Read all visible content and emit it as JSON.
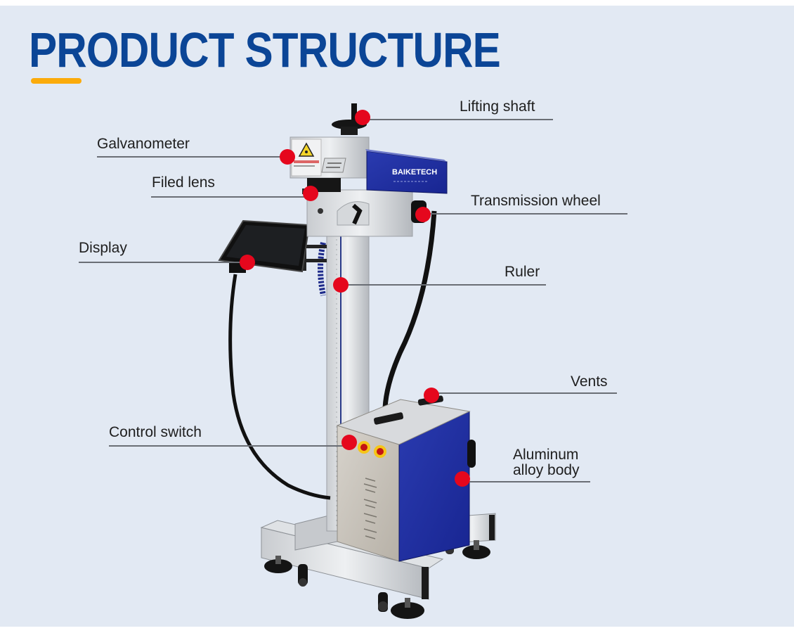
{
  "header": {
    "title": "PRODUCT STRUCTURE"
  },
  "colors": {
    "background": "#e2e9f3",
    "title": "#0b4596",
    "accent_bar": "#fbab0b",
    "callout_dot": "#e5071d",
    "leader_line": "#6a6e75",
    "machine_blue_panel": "#1e2d9a"
  },
  "machine": {
    "brand": "BAIKETECH"
  },
  "callouts": [
    {
      "id": "lifting-shaft",
      "label": "Lifting shaft"
    },
    {
      "id": "galvanometer",
      "label": "Galvanometer"
    },
    {
      "id": "filed-lens",
      "label": "Filed lens"
    },
    {
      "id": "transmission-wheel",
      "label": "Transmission wheel"
    },
    {
      "id": "display",
      "label": "Display"
    },
    {
      "id": "ruler",
      "label": "Ruler"
    },
    {
      "id": "vents",
      "label": "Vents"
    },
    {
      "id": "control-switch",
      "label": "Control switch"
    },
    {
      "id": "aluminum-alloy-body",
      "label_line1": "Aluminum",
      "label_line2": "alloy body"
    }
  ]
}
